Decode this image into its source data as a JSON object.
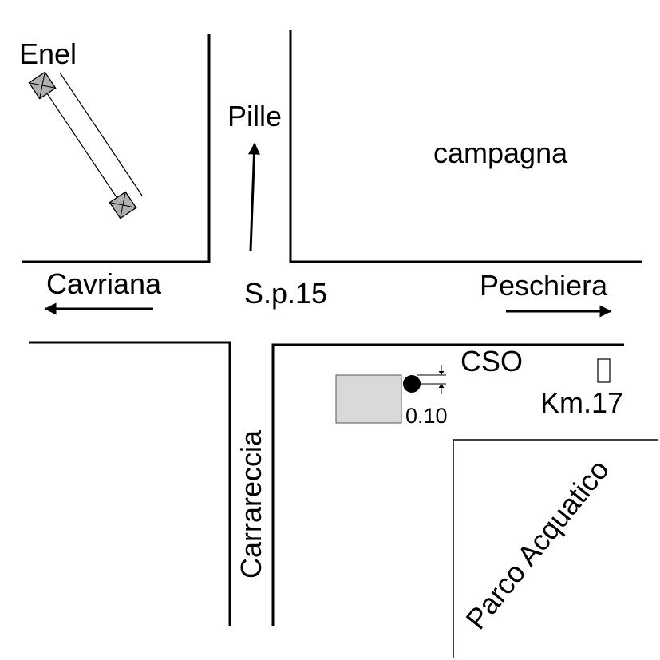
{
  "labels": {
    "enel": "Enel",
    "pille": "Pille",
    "campagna": "campagna",
    "cavriana": "Cavriana",
    "sp15": "S.p.15",
    "peschiera": "Peschiera",
    "cso": "CSO",
    "km17": "Km.17",
    "distance": "0.10",
    "carrareccia": "Carrareccia",
    "parco_acquatico": "Parco Acquatico"
  },
  "colors": {
    "line": "#000000",
    "building_fill": "#d9d9d9",
    "pole_fill": "#b0b0b0"
  }
}
